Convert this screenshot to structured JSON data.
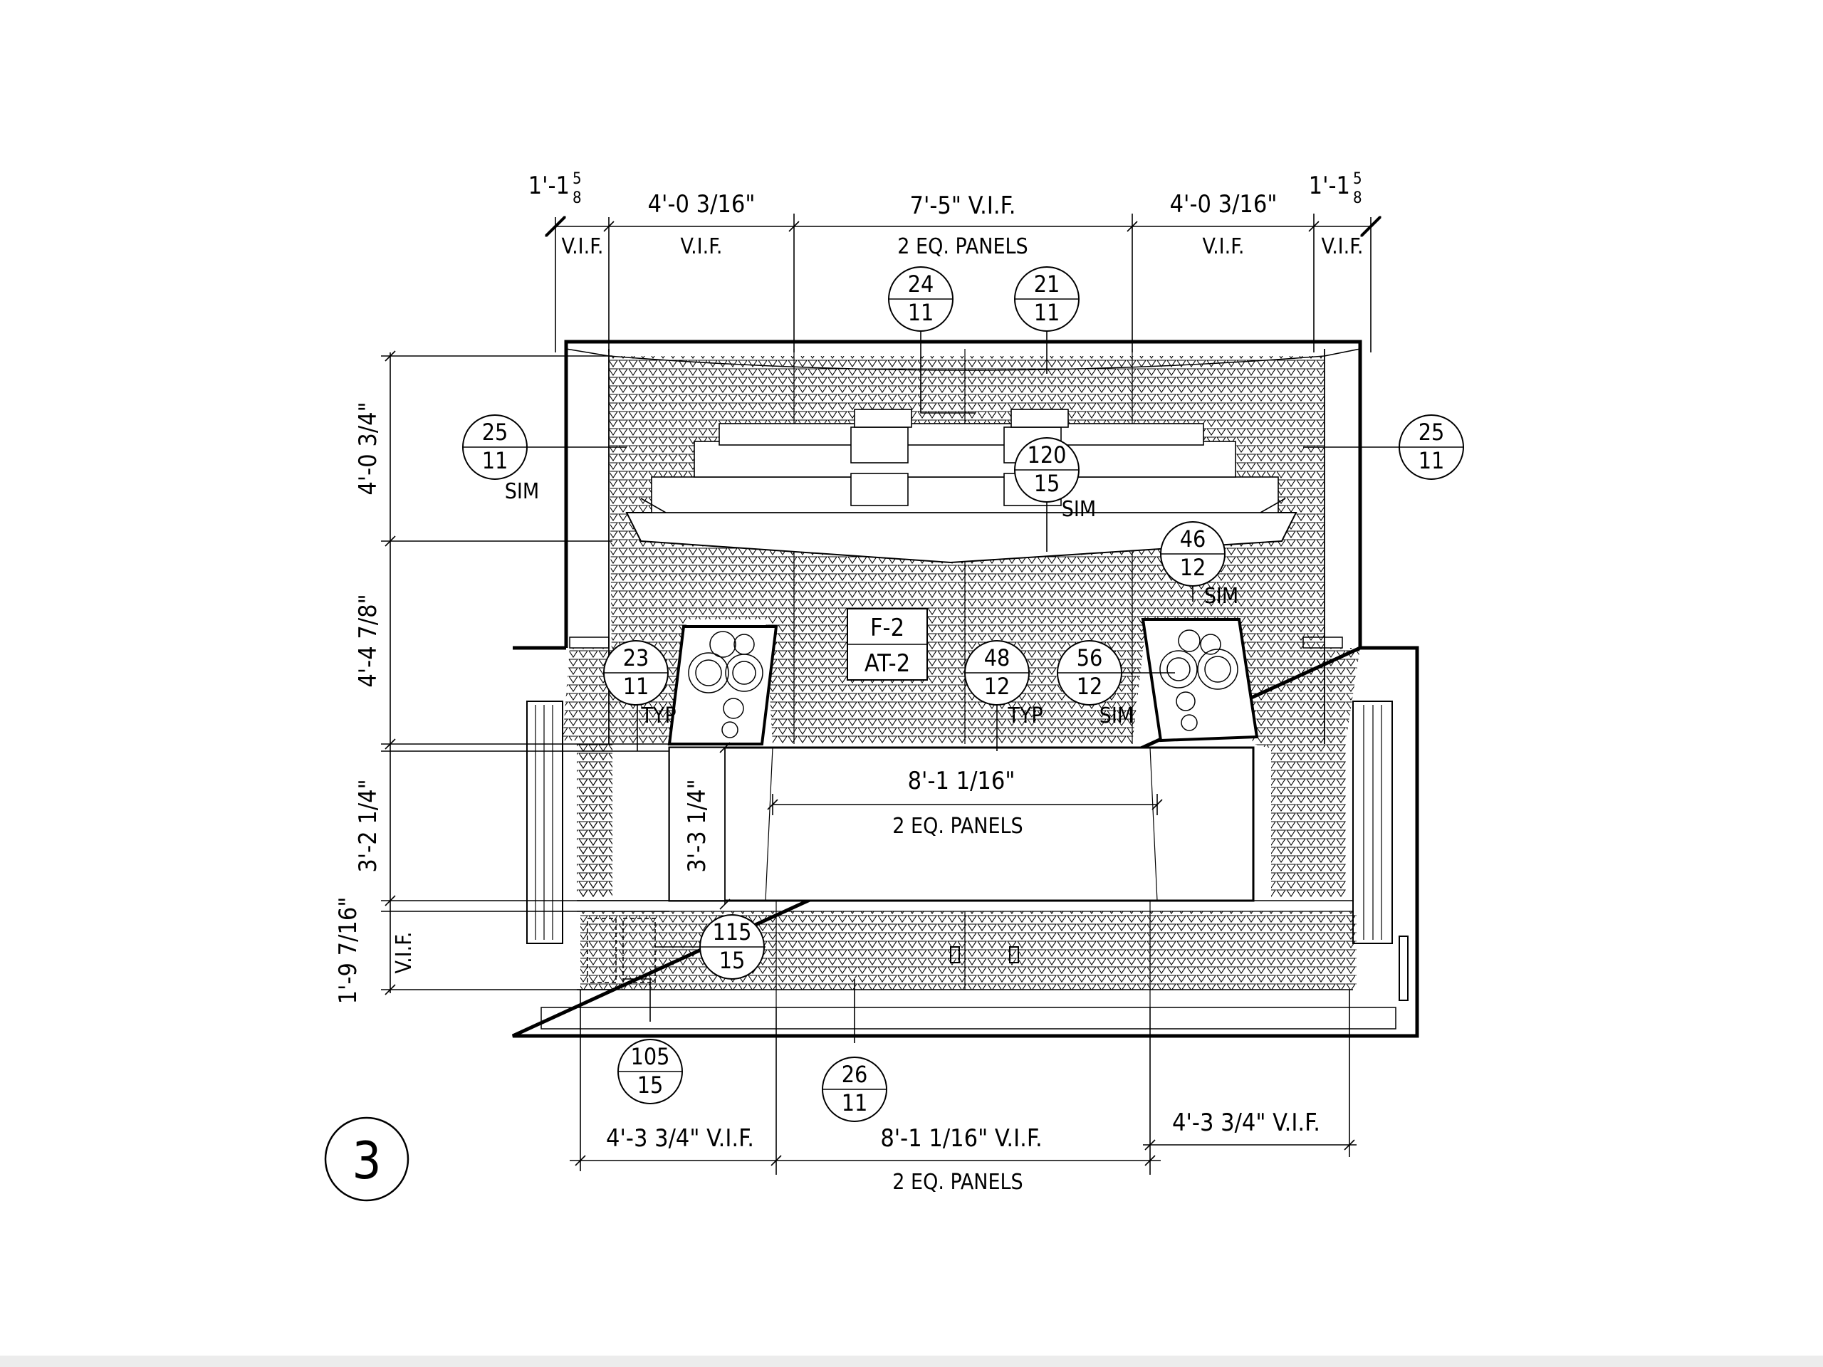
{
  "drawing": {
    "view_number": "3",
    "top_dims": {
      "d1": "1'-1",
      "d1_num": "5",
      "d1_den": "8",
      "d1_sub": "V.I.F.",
      "d2": "4'-0 3/16\"",
      "d2_sub": "V.I.F.",
      "d3": "7'-5\" V.I.F.",
      "d3_sub": "2 EQ. PANELS",
      "d4": "4'-0 3/16\"",
      "d4_sub": "V.I.F.",
      "d5": "1'-1",
      "d5_num": "5",
      "d5_den": "8",
      "d5_sub": "V.I.F."
    },
    "left_dims": {
      "l1": "4'-0 3/4\"",
      "l2": "4'-4 7/8\"",
      "l3": "3'-2 1/4\"",
      "l4": "1'-9 7/16\"",
      "l4_sub": "V.I.F."
    },
    "inner_dims": {
      "opening_height": "3'-3 1/4\"",
      "opening_width": "8'-1 1/16\"",
      "opening_sub": "2 EQ. PANELS"
    },
    "bottom_dims": {
      "b1": "4'-3 3/4\" V.I.F.",
      "b2": "8'-1 1/16\" V.I.F.",
      "b2_sub": "2 EQ. PANELS",
      "b3": "4'-3 3/4\" V.I.F."
    },
    "finish_tag": {
      "top": "F-2",
      "bottom": "AT-2"
    },
    "callouts": [
      {
        "top": "24",
        "bottom": "11"
      },
      {
        "top": "21",
        "bottom": "11"
      },
      {
        "top": "25",
        "bottom": "11",
        "note": "SIM"
      },
      {
        "top": "25",
        "bottom": "11"
      },
      {
        "top": "120",
        "bottom": "15",
        "note": "SIM"
      },
      {
        "top": "46",
        "bottom": "12",
        "note": "SIM"
      },
      {
        "top": "23",
        "bottom": "11",
        "note": "TYP"
      },
      {
        "top": "48",
        "bottom": "12",
        "note": "TYP"
      },
      {
        "top": "56",
        "bottom": "12",
        "note": "SIM"
      },
      {
        "top": "115",
        "bottom": "15"
      },
      {
        "top": "105",
        "bottom": "15"
      },
      {
        "top": "26",
        "bottom": "11"
      }
    ]
  }
}
